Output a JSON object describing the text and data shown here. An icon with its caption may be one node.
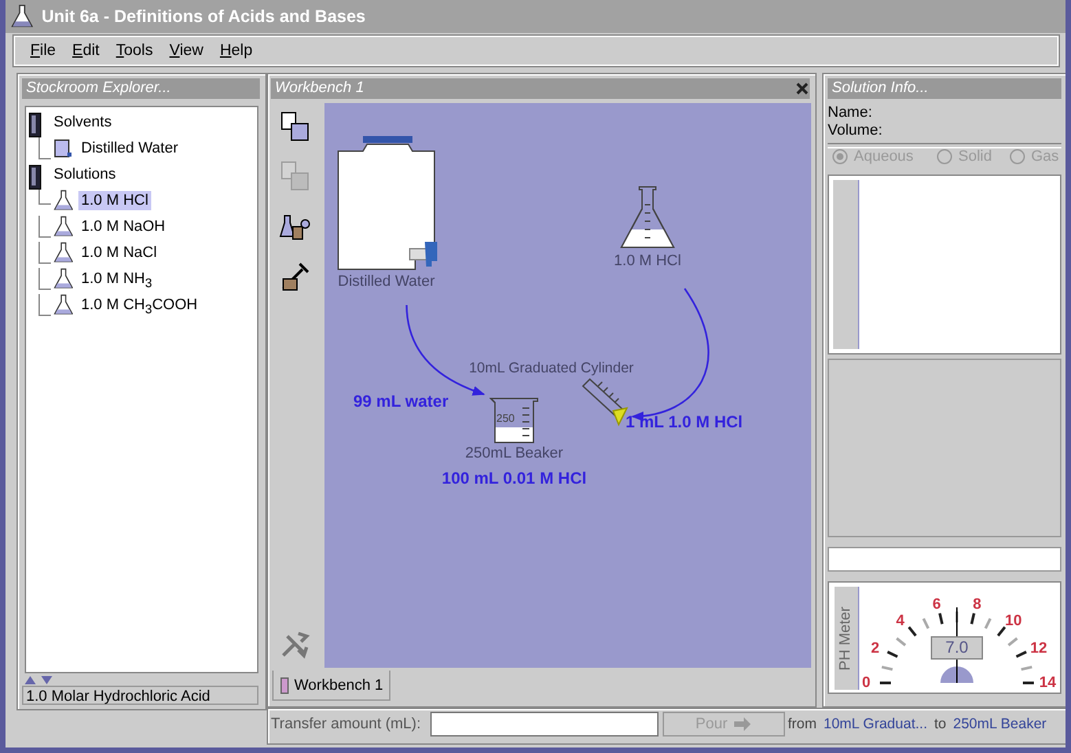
{
  "diagram": {
    "title": "Unit 6a - Definitions of Acids and Bases",
    "nodes": [
      {
        "text": [
          "Distilled Water"
        ]
      },
      {
        "text": [
          "1.0 M HCl"
        ]
      },
      {
        "text": [
          "250mL Beaker"
        ],
        "beside": [
          "100 mL 0.01 M HCl"
        ]
      },
      {
        "text": [
          "10mL Graduated Cylinder"
        ]
      }
    ],
    "edges": [
      {
        "from": 0,
        "to": 2,
        "arrow": "to",
        "label": "99 mL water"
      },
      {
        "from": 1,
        "to": 3,
        "arrow": "to",
        "label": "1 mL 1.0 M HCl"
      }
    ],
    "labels": [
      "File",
      "Edit",
      "Tools",
      "View",
      "Help",
      "Stockroom Explorer...",
      "Solvents",
      "Distilled Water",
      "Solutions",
      "1.0 M HCl",
      "1.0 M NaOH",
      "1.0 M NaCl",
      "1.0 M NH$_{3}$",
      "1.0 M CH$_{3}$COOH",
      "1.0 Molar Hydrochloric Acid",
      "Workbench 1",
      "Workbench 1",
      "Transfer amount (mL):",
      "Pour",
      "from",
      "10mL Graduat...",
      "to",
      "250mL Beaker",
      "Solution Info...",
      "Name:",
      "Volume:",
      "Aqueous",
      "Solid",
      "Gas",
      "PH Meter",
      "0",
      "2",
      "4",
      "6",
      "8",
      "10",
      "12",
      "14",
      "7.0",
      "250"
    ]
  }
}
